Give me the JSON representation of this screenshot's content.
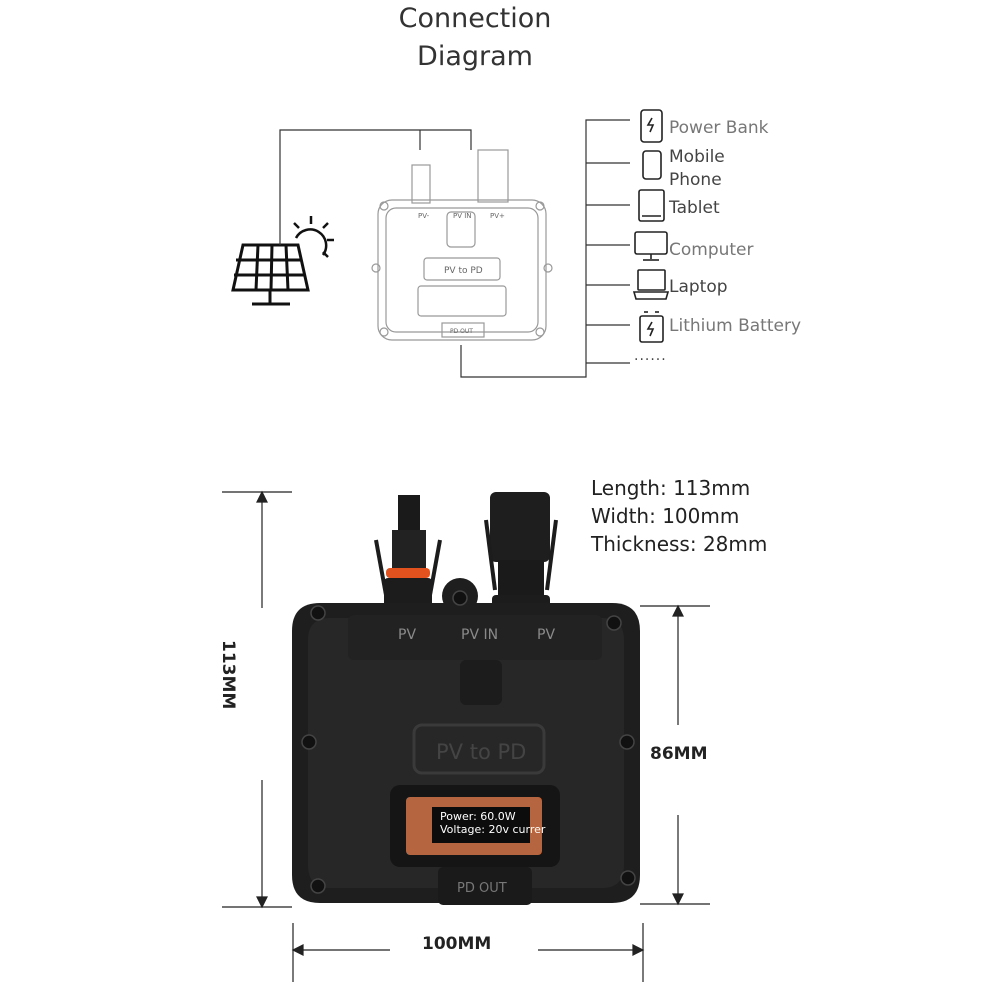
{
  "title": {
    "line1": "Connection",
    "line2": "Diagram"
  },
  "devices": [
    {
      "label": "Power Bank",
      "icon": "power-bank-icon"
    },
    {
      "label": "Mobile\nPhone",
      "icon": "mobile-phone-icon"
    },
    {
      "label": "Tablet",
      "icon": "tablet-icon"
    },
    {
      "label": "Computer",
      "icon": "computer-icon"
    },
    {
      "label": "Laptop",
      "icon": "laptop-icon"
    },
    {
      "label": "Lithium Battery",
      "icon": "lithium-battery-icon"
    },
    {
      "label": "······",
      "icon": ""
    }
  ],
  "diagram_device": {
    "port_left": "PV-",
    "port_mid": "PV IN",
    "port_right": "PV+",
    "badge": "PV to PD",
    "out": "PD OUT"
  },
  "product": {
    "port_left": "PV",
    "port_mid": "PV IN",
    "port_right": "PV",
    "badge": "PV to PD",
    "out": "PD OUT",
    "screen_line1": "Power: 60.0W",
    "screen_line2": "Voltage: 20v currer"
  },
  "specs": {
    "length": "Length: 113mm",
    "width": "Width: 100mm",
    "thickness": "Thickness: 28mm"
  },
  "dimensions": {
    "length": "113MM",
    "height": "86MM",
    "width": "100MM"
  },
  "colors": {
    "screen": "#b5653f",
    "device": "#1e1e1e"
  }
}
